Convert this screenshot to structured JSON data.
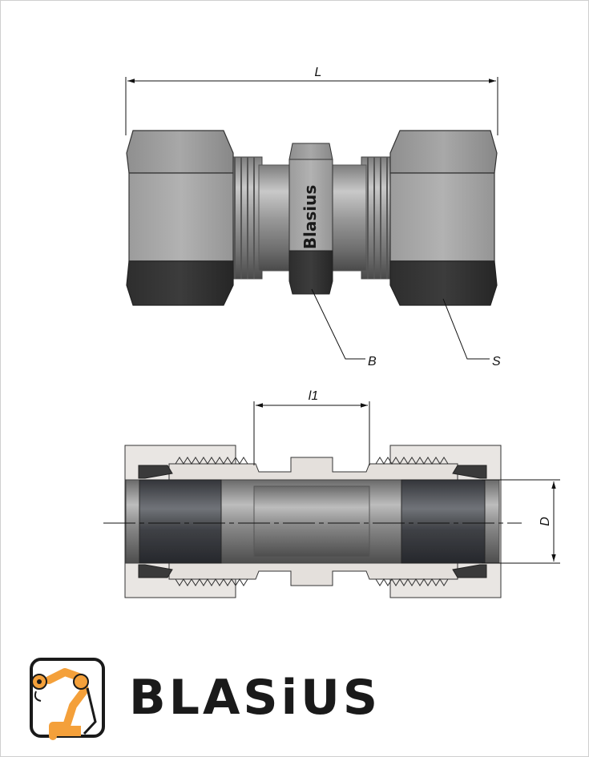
{
  "drawing": {
    "dimensions": {
      "overall_length": "L",
      "body_hex": "B",
      "nut_hex": "S",
      "inner_length": "l1",
      "diameter": "D"
    },
    "body_marking": "Blasius"
  },
  "logo": {
    "wordmark": "BLASiUS",
    "colors": {
      "orange": "#F4A03A",
      "dark": "#1a1a1a"
    }
  }
}
